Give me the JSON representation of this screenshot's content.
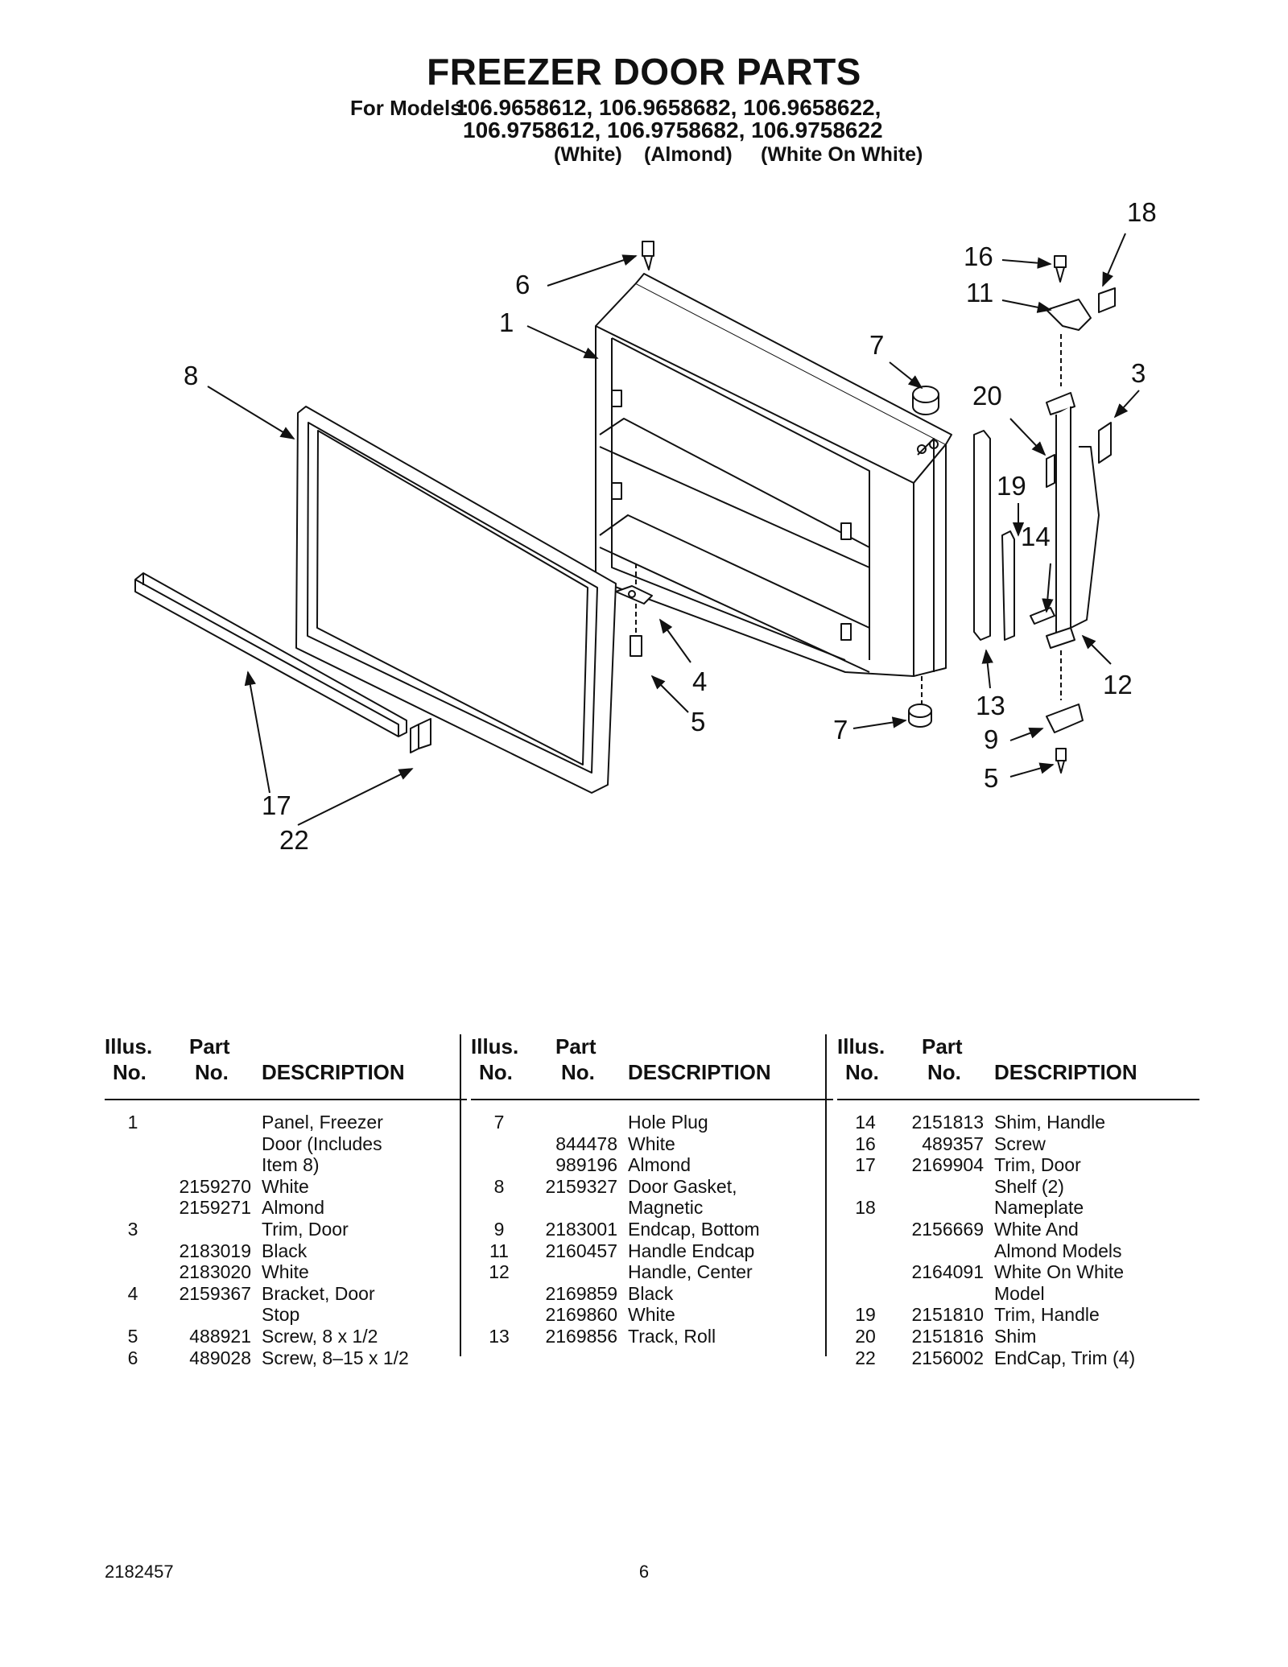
{
  "title": "FREEZER DOOR PARTS",
  "models": {
    "label": "For Models:",
    "line1": "106.9658612, 106.9658682, 106.9658622,",
    "line2": "106.9758612, 106.9758682, 106.9758622",
    "colors": [
      "(White)",
      "(Almond)",
      "(White On White)"
    ]
  },
  "callouts": [
    "18",
    "16",
    "11",
    "6",
    "1",
    "7",
    "3",
    "8",
    "20",
    "19",
    "14",
    "4",
    "12",
    "5",
    "13",
    "7",
    "9",
    "5",
    "17",
    "22"
  ],
  "table_headers": {
    "illus_top": "Illus.",
    "illus_bottom": "No.",
    "part_top": "Part",
    "part_bottom": "No.",
    "description": "DESCRIPTION"
  },
  "columns": [
    {
      "rows": [
        {
          "illus": "1",
          "part": "",
          "desc": "Panel, Freezer"
        },
        {
          "illus": "",
          "part": "",
          "desc": "Door (Includes"
        },
        {
          "illus": "",
          "part": "",
          "desc": "Item 8)"
        },
        {
          "illus": "",
          "part": "2159270",
          "desc": "White"
        },
        {
          "illus": "",
          "part": "2159271",
          "desc": "Almond"
        },
        {
          "illus": "3",
          "part": "",
          "desc": "Trim, Door"
        },
        {
          "illus": "",
          "part": "2183019",
          "desc": "Black"
        },
        {
          "illus": "",
          "part": "2183020",
          "desc": "White"
        },
        {
          "illus": "4",
          "part": "2159367",
          "desc": "Bracket, Door"
        },
        {
          "illus": "",
          "part": "",
          "desc": "Stop"
        },
        {
          "illus": "5",
          "part": "488921",
          "desc": "Screw, 8 x 1/2"
        },
        {
          "illus": "6",
          "part": "489028",
          "desc": "Screw, 8–15 x 1/2"
        }
      ]
    },
    {
      "rows": [
        {
          "illus": "7",
          "part": "",
          "desc": "Hole Plug"
        },
        {
          "illus": "",
          "part": "844478",
          "desc": "White"
        },
        {
          "illus": "",
          "part": "989196",
          "desc": "Almond"
        },
        {
          "illus": "8",
          "part": "2159327",
          "desc": "Door Gasket,"
        },
        {
          "illus": "",
          "part": "",
          "desc": "Magnetic"
        },
        {
          "illus": "9",
          "part": "2183001",
          "desc": "Endcap, Bottom"
        },
        {
          "illus": "11",
          "part": "2160457",
          "desc": "Handle Endcap"
        },
        {
          "illus": "12",
          "part": "",
          "desc": "Handle, Center"
        },
        {
          "illus": "",
          "part": "2169859",
          "desc": "Black"
        },
        {
          "illus": "",
          "part": "2169860",
          "desc": "White"
        },
        {
          "illus": "13",
          "part": "2169856",
          "desc": "Track, Roll"
        }
      ]
    },
    {
      "rows": [
        {
          "illus": "14",
          "part": "2151813",
          "desc": "Shim, Handle"
        },
        {
          "illus": "16",
          "part": "489357",
          "desc": "Screw"
        },
        {
          "illus": "17",
          "part": "2169904",
          "desc": "Trim, Door"
        },
        {
          "illus": "",
          "part": "",
          "desc": "Shelf (2)"
        },
        {
          "illus": "18",
          "part": "",
          "desc": "Nameplate"
        },
        {
          "illus": "",
          "part": "2156669",
          "desc": "White And"
        },
        {
          "illus": "",
          "part": "",
          "desc": "Almond Models"
        },
        {
          "illus": "",
          "part": "2164091",
          "desc": "White On White"
        },
        {
          "illus": "",
          "part": "",
          "desc": "Model"
        },
        {
          "illus": "19",
          "part": "2151810",
          "desc": "Trim, Handle"
        },
        {
          "illus": "20",
          "part": "2151816",
          "desc": "Shim"
        },
        {
          "illus": "22",
          "part": "2156002",
          "desc": "EndCap, Trim (4)"
        }
      ]
    }
  ],
  "footer": {
    "doc_number": "2182457",
    "page": "6"
  }
}
